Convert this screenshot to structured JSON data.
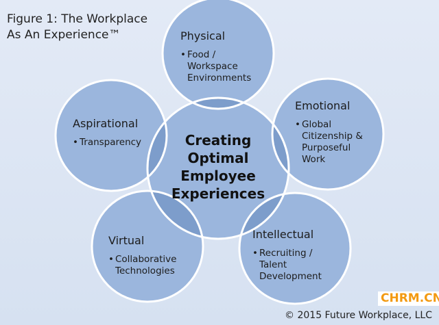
{
  "title": {
    "line1": "Figure 1: The Workplace",
    "line2": "As An Experience™"
  },
  "center": {
    "lines": [
      "Creating",
      "Optimal",
      "Employee",
      "Experiences"
    ]
  },
  "nodes": {
    "physical": {
      "heading": "Physical",
      "bullet": "•",
      "lines": [
        "Food /",
        "Workspace",
        "Environments"
      ]
    },
    "emotional": {
      "heading": "Emotional",
      "bullet": "•",
      "lines": [
        "Global",
        "Citizenship &",
        "Purposeful",
        "Work"
      ]
    },
    "intellectual": {
      "heading": "Intellectual",
      "bullet": "•",
      "lines": [
        "Recruiting /",
        "Talent",
        "Development"
      ]
    },
    "virtual": {
      "heading": "Virtual",
      "bullet": "•",
      "lines": [
        "Collaborative",
        "Technologies"
      ]
    },
    "aspirational": {
      "heading": "Aspirational",
      "bullet": "•",
      "lines": [
        "Transparency"
      ]
    }
  },
  "copyright": "© 2015 Future Workplace, LLC",
  "watermark": "CHRM.CN",
  "colors": {
    "circle": "#9bb6dd",
    "overlap": "#7d9dcb",
    "stroke": "#ffffff",
    "watermark": "#f39a12"
  }
}
